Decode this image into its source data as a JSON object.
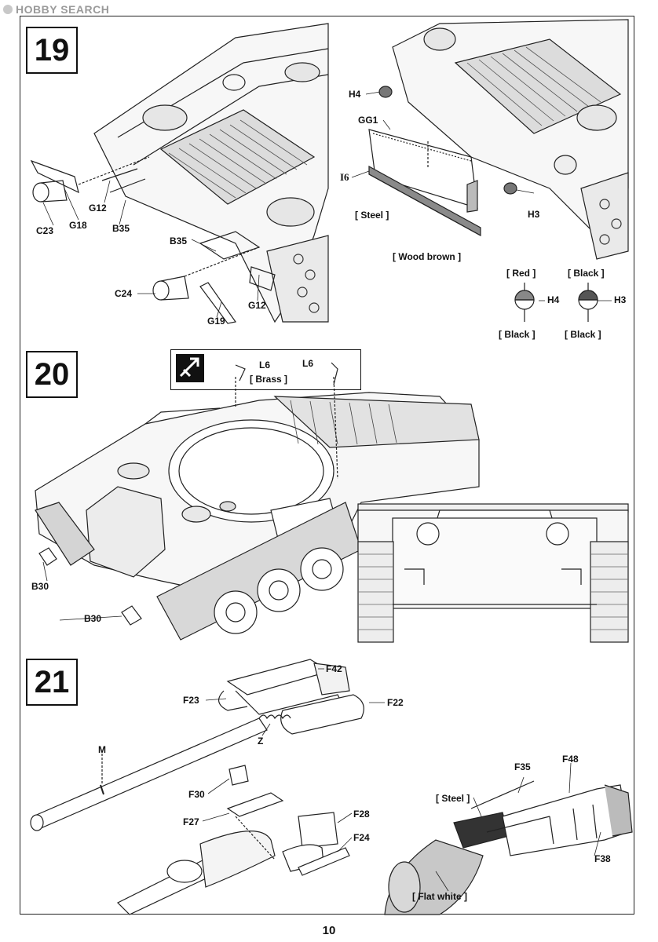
{
  "watermark": {
    "text": "HOBBY SEARCH"
  },
  "page": {
    "number": "10"
  },
  "steps": [
    {
      "number": "19",
      "labels": {
        "c23": "C23",
        "g18": "G18",
        "g12_top": "G12",
        "b35_top": "B35",
        "b35_mid": "B35",
        "c24": "C24",
        "g19": "G19",
        "g12_bottom": "G12",
        "h4": "H4",
        "gg1": "GG1",
        "i6": "I6",
        "steel": "[ Steel ]",
        "wood_brown": "[ Wood brown ]",
        "h3": "H3"
      },
      "color_callouts": [
        {
          "part": "H4",
          "top": "[ Red ]",
          "bottom": "[ Black ]"
        },
        {
          "part": "H3",
          "top": "[ Black ]",
          "bottom": "[ Black ]"
        }
      ]
    },
    {
      "number": "20",
      "labels": {
        "l6_left": "L6",
        "l6_right": "L6",
        "brass": "[ Brass ]",
        "b30_top": "B30",
        "b30_bottom": "B30"
      },
      "icons": {
        "optional_badge": "option-arrow-icon"
      }
    },
    {
      "number": "21",
      "labels": {
        "f42": "F42",
        "f23": "F23",
        "f22": "F22",
        "z": "Z",
        "m": "M",
        "f30": "F30",
        "f27": "F27",
        "f28": "F28",
        "f24": "F24",
        "f35": "F35",
        "f48": "F48",
        "steel": "[ Steel ]",
        "f38": "F38",
        "flat_white": "[ Flat white ]"
      }
    }
  ]
}
